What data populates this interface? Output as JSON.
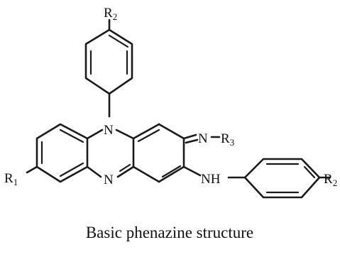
{
  "labels": {
    "r2_top": "R",
    "r2_top_sub": "2",
    "n_top": "N",
    "n_bottom": "N",
    "imine_n": "N",
    "r3": "R",
    "r3_sub": "3",
    "r1": "R",
    "r1_sub": "1",
    "nh": "NH",
    "r2_right": "R",
    "r2_right_sub": "2"
  },
  "caption": "Basic phenazine structure"
}
